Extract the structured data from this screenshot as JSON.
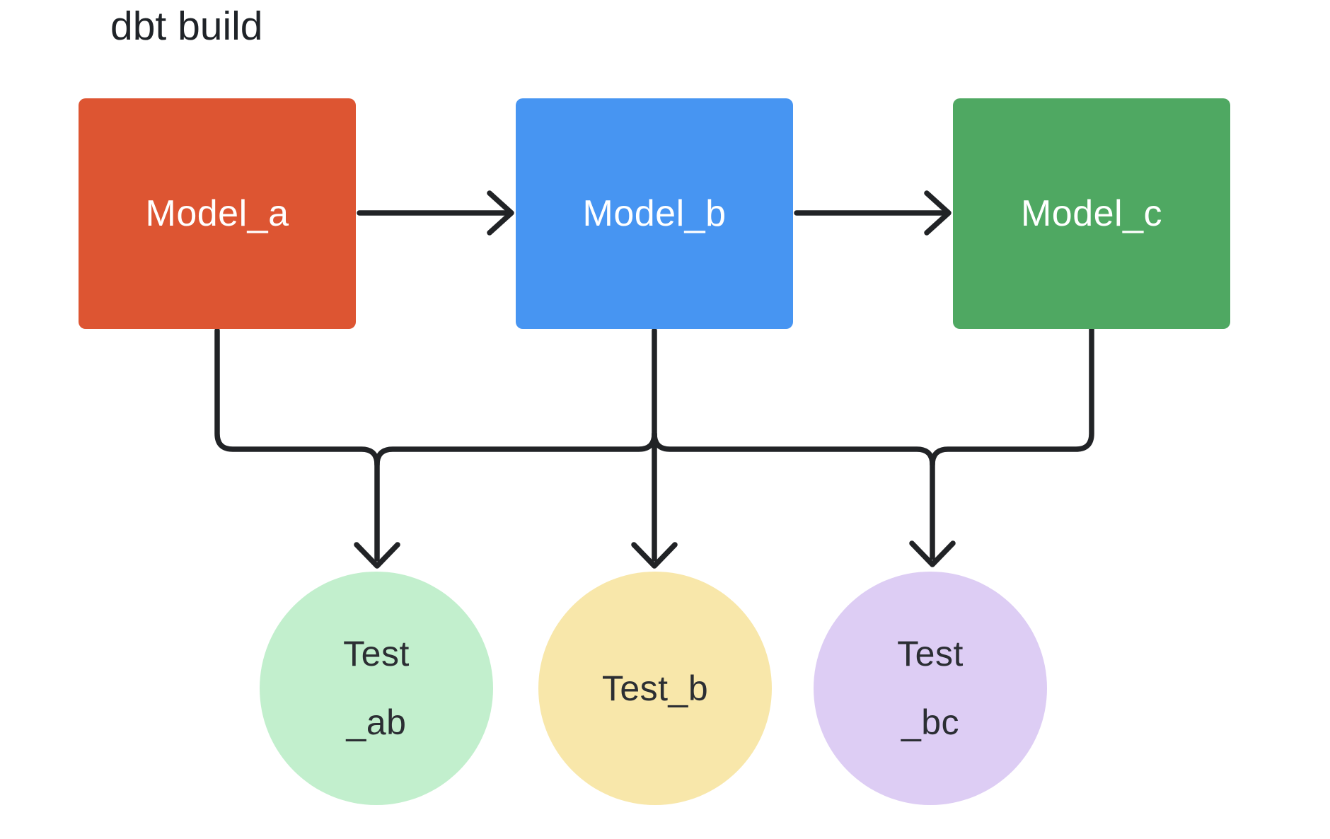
{
  "title": "dbt build",
  "connector_color": "#212326",
  "models": [
    {
      "id": "model_a",
      "label": "Model_a",
      "color": "#dd5532"
    },
    {
      "id": "model_b",
      "label": "Model_b",
      "color": "#4795f2"
    },
    {
      "id": "model_c",
      "label": "Model_c",
      "color": "#4fa862"
    }
  ],
  "tests": [
    {
      "id": "test_ab",
      "lines": [
        "Test",
        "_ab"
      ],
      "color": "#c2efcd"
    },
    {
      "id": "test_b",
      "lines": [
        "Test_b"
      ],
      "color": "#f8e7aa"
    },
    {
      "id": "test_bc",
      "lines": [
        "Test",
        "_bc"
      ],
      "color": "#ddcdf4"
    }
  ],
  "edges": [
    {
      "from": "model_a",
      "to": "model_b"
    },
    {
      "from": "model_b",
      "to": "model_c"
    },
    {
      "from": "model_a",
      "to": "test_ab"
    },
    {
      "from": "model_b",
      "to": "test_ab"
    },
    {
      "from": "model_b",
      "to": "test_b"
    },
    {
      "from": "model_b",
      "to": "test_bc"
    },
    {
      "from": "model_c",
      "to": "test_bc"
    }
  ]
}
